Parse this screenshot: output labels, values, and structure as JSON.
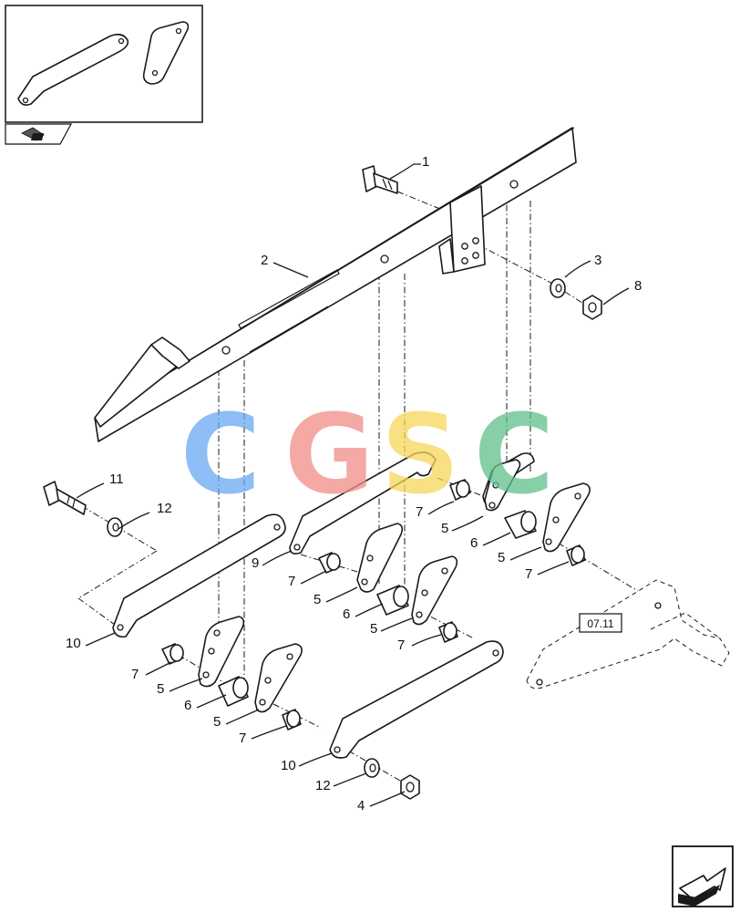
{
  "watermark": {
    "letters": [
      {
        "char": "C",
        "color": "#6aa8f2"
      },
      {
        "char": "G",
        "color": "#f28d86"
      },
      {
        "char": "S",
        "color": "#f6d65a"
      },
      {
        "char": "C",
        "color": "#5fbf8a"
      }
    ]
  },
  "reference_box": {
    "label": "07.11"
  },
  "callouts": [
    {
      "id": "c1",
      "label": "1"
    },
    {
      "id": "c2",
      "label": "2"
    },
    {
      "id": "c3",
      "label": "3"
    },
    {
      "id": "c8",
      "label": "8"
    },
    {
      "id": "c11",
      "label": "11"
    },
    {
      "id": "c12a",
      "label": "12"
    },
    {
      "id": "c7a",
      "label": "7"
    },
    {
      "id": "c5a",
      "label": "5"
    },
    {
      "id": "c6a",
      "label": "6"
    },
    {
      "id": "c5b",
      "label": "5"
    },
    {
      "id": "c7b",
      "label": "7"
    },
    {
      "id": "c9",
      "label": "9"
    },
    {
      "id": "c7c",
      "label": "7"
    },
    {
      "id": "c5c",
      "label": "5"
    },
    {
      "id": "c6b",
      "label": "6"
    },
    {
      "id": "c5d",
      "label": "5"
    },
    {
      "id": "c7d",
      "label": "7"
    },
    {
      "id": "c10a",
      "label": "10"
    },
    {
      "id": "c7e",
      "label": "7"
    },
    {
      "id": "c5e",
      "label": "5"
    },
    {
      "id": "c6c",
      "label": "6"
    },
    {
      "id": "c5f",
      "label": "5"
    },
    {
      "id": "c7f",
      "label": "7"
    },
    {
      "id": "c10b",
      "label": "10"
    },
    {
      "id": "c12b",
      "label": "12"
    },
    {
      "id": "c4",
      "label": "4"
    }
  ],
  "icons": {
    "thumbnail_nav": "page-turn-icon",
    "next_page": "next-page-arrow-icon"
  }
}
